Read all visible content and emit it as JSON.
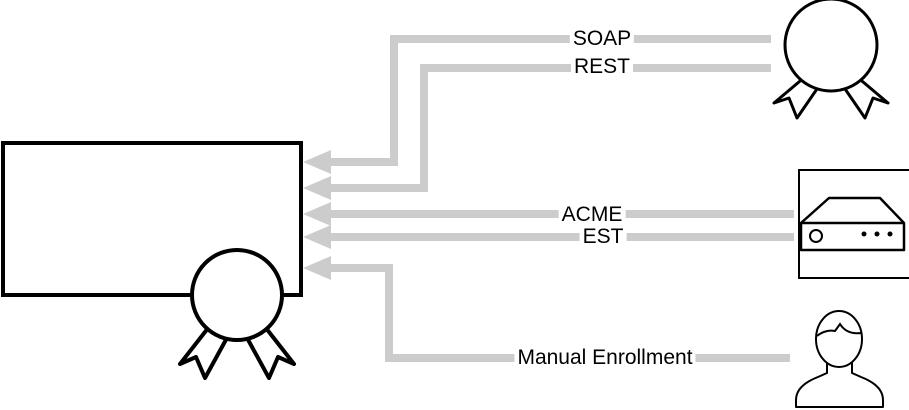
{
  "diagram": {
    "description": "certificate-enrollment-protocols-diagram",
    "labels": {
      "soap": "SOAP",
      "rest": "REST",
      "acme": "ACME",
      "est": "EST",
      "manual_enrollment": "Manual Enrollment"
    },
    "colors": {
      "background": "#ffffff",
      "connector": "#cccccc",
      "outline": "#000000",
      "label_background": "#ffffff",
      "label_text": "#000000"
    },
    "nodes": [
      {
        "id": "certificate-box",
        "icon": "certificate-with-award-ribbon-icon",
        "position": "left"
      },
      {
        "id": "award-ribbon",
        "icon": "award-ribbon-icon",
        "position": "top-right"
      },
      {
        "id": "server-appliance",
        "icon": "server-appliance-icon",
        "position": "middle-right"
      },
      {
        "id": "person",
        "icon": "person-icon",
        "position": "bottom-right"
      }
    ],
    "connections": [
      {
        "label": "SOAP",
        "from": "award-ribbon",
        "to": "certificate-box"
      },
      {
        "label": "REST",
        "from": "award-ribbon",
        "to": "certificate-box"
      },
      {
        "label": "ACME",
        "from": "server-appliance",
        "to": "certificate-box"
      },
      {
        "label": "EST",
        "from": "server-appliance",
        "to": "certificate-box"
      },
      {
        "label": "Manual Enrollment",
        "from": "person",
        "to": "certificate-box"
      }
    ]
  }
}
